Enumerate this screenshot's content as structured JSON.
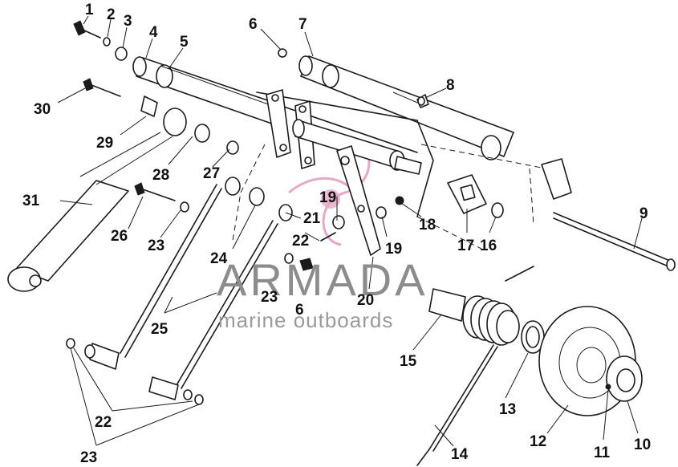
{
  "watermark": {
    "title": "ARMADA",
    "subtitle": "marine outboards",
    "accent_color": "#e8a7c6"
  },
  "callouts": {
    "n1": "1",
    "n2": "2",
    "n3": "3",
    "n4": "4",
    "n5": "5",
    "n6a": "6",
    "n6b": "6",
    "n7": "7",
    "n8": "8",
    "n9": "9",
    "n10": "10",
    "n11": "11",
    "n12": "12",
    "n13": "13",
    "n14": "14",
    "n15": "15",
    "n16": "16",
    "n17": "17",
    "n18": "18",
    "n19a": "19",
    "n19b": "19",
    "n20": "20",
    "n21": "21",
    "n22a": "22",
    "n22b": "22",
    "n23a": "23",
    "n23b": "23",
    "n23c": "23",
    "n24": "24",
    "n25": "25",
    "n26": "26",
    "n27": "27",
    "n28": "28",
    "n29": "29",
    "n30": "30",
    "n31": "31"
  }
}
